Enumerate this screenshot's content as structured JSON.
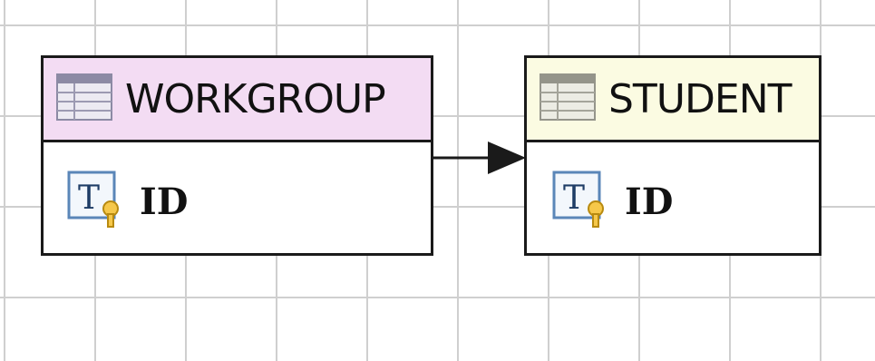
{
  "entities": [
    {
      "name": "WORKGROUP",
      "header_color": "#f3dcf3",
      "columns": [
        {
          "name": "ID",
          "icon": "text-key-column-icon"
        }
      ]
    },
    {
      "name": "STUDENT",
      "header_color": "#fbfbe2",
      "columns": [
        {
          "name": "ID",
          "icon": "text-key-column-icon"
        }
      ]
    }
  ],
  "relationship": {
    "from": "WORKGROUP",
    "to": "STUDENT",
    "icon": "arrow-right-icon"
  },
  "colors": {
    "grid": "#cfcfcf",
    "border": "#1a1a1a"
  }
}
